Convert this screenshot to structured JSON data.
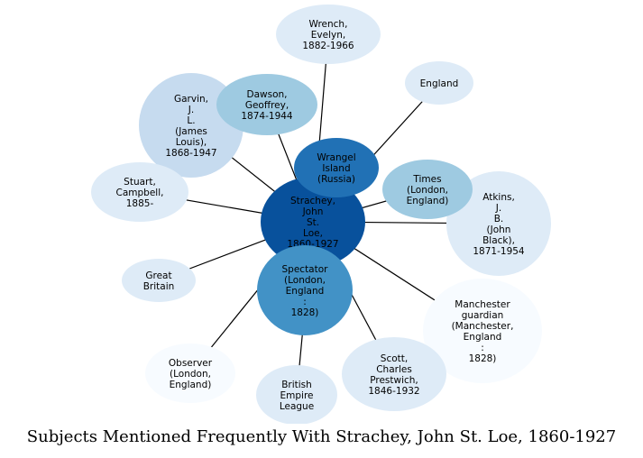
{
  "title": "Subjects Mentioned Frequently With Strachey, John St. Loe, 1860-1927",
  "center": {
    "id": "strachey",
    "lines": [
      "Strachey,",
      "John",
      "St.",
      "Loe,",
      "1860-1927"
    ],
    "color": "#08519c"
  },
  "nodes": [
    {
      "id": "wrench",
      "lines": [
        "Wrench,",
        "Evelyn,",
        "1882-1966"
      ],
      "color": "#deebf7"
    },
    {
      "id": "england",
      "lines": [
        "England"
      ],
      "color": "#deebf7"
    },
    {
      "id": "dawson",
      "lines": [
        "Dawson,",
        "Geoffrey,",
        "1874-1944"
      ],
      "color": "#9ecae1"
    },
    {
      "id": "garvin",
      "lines": [
        "Garvin,",
        "J.",
        "L.",
        "(James",
        "Louis),",
        "1868-1947"
      ],
      "color": "#c6dbef"
    },
    {
      "id": "wrangel",
      "lines": [
        "Wrangel",
        "Island",
        "(Russia)"
      ],
      "color": "#2171b5"
    },
    {
      "id": "times",
      "lines": [
        "Times",
        "(London,",
        "England)"
      ],
      "color": "#9ecae1"
    },
    {
      "id": "stuart",
      "lines": [
        "Stuart,",
        "Campbell,",
        "1885-"
      ],
      "color": "#deebf7"
    },
    {
      "id": "atkins",
      "lines": [
        "Atkins,",
        "J.",
        "B.",
        "(John",
        "Black),",
        "1871-1954"
      ],
      "color": "#deebf7"
    },
    {
      "id": "great-britain",
      "lines": [
        "Great",
        "Britain"
      ],
      "color": "#deebf7"
    },
    {
      "id": "spectator",
      "lines": [
        "Spectator",
        "(London,",
        "England",
        ":",
        "1828)"
      ],
      "color": "#4292c6"
    },
    {
      "id": "manchester",
      "lines": [
        "Manchester",
        "guardian",
        "(Manchester,",
        "England",
        ":",
        "1828)"
      ],
      "color": "#f7fbff"
    },
    {
      "id": "observer",
      "lines": [
        "Observer",
        "(London,",
        "England)"
      ],
      "color": "#f7fbff"
    },
    {
      "id": "british-empire",
      "lines": [
        "British",
        "Empire",
        "League"
      ],
      "color": "#deebf7"
    },
    {
      "id": "scott",
      "lines": [
        "Scott,",
        "Charles",
        "Prestwich,",
        "1846-1932"
      ],
      "color": "#deebf7"
    }
  ]
}
